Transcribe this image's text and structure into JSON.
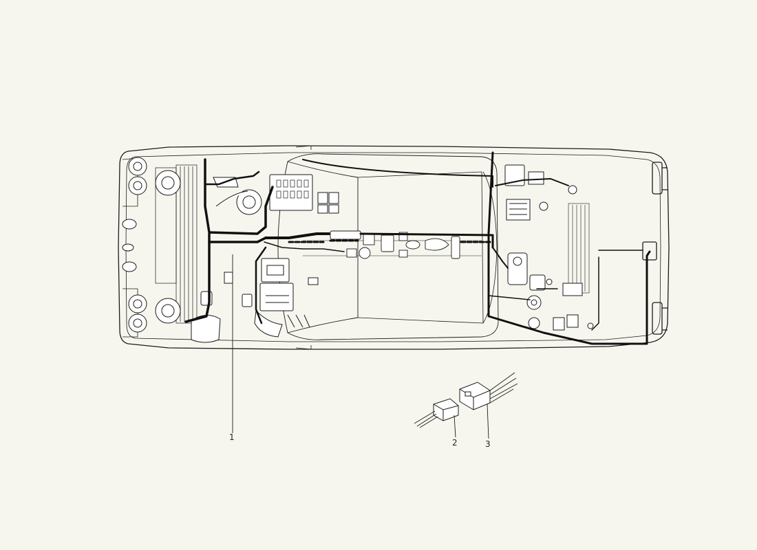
{
  "diagram": {
    "callouts": [
      {
        "id": "1",
        "label": "1"
      },
      {
        "id": "2",
        "label": "2"
      },
      {
        "id": "3",
        "label": "3"
      }
    ]
  },
  "colors": {
    "paper": "#f7f6ee",
    "ink": "#1a1a1a",
    "harness": "#111111"
  }
}
